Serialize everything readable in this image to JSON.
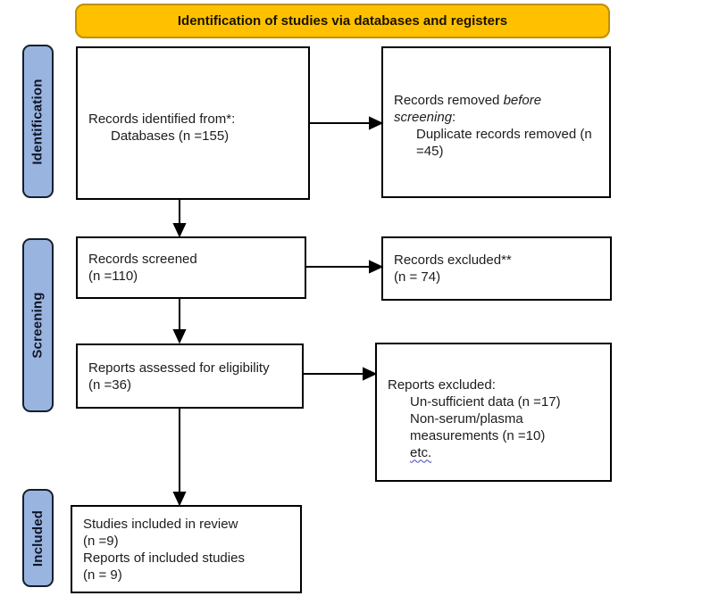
{
  "banner": {
    "label": "Identification of studies via databases and registers"
  },
  "stages": [
    {
      "label": "Identification"
    },
    {
      "label": "Screening"
    },
    {
      "label": "Included"
    }
  ],
  "colors": {
    "banner-fill": "#FFC000",
    "banner-border": "#BF9000",
    "stage-fill": "#9AB4E0",
    "stage-border": "#141e2c",
    "squiggle": "#4343c8"
  },
  "boxes": {
    "records_identified": {
      "lines": [
        {
          "segments": [
            {
              "t": "Records identified from*:"
            }
          ]
        },
        {
          "indent": 1,
          "segments": [
            {
              "t": "Databases (n =155)"
            }
          ]
        }
      ]
    },
    "records_removed": {
      "lines": [
        {
          "segments": [
            {
              "t": "Records removed "
            },
            {
              "t": "before",
              "i": true
            }
          ]
        },
        {
          "segments": [
            {
              "t": "screening",
              "i": true
            },
            {
              "t": ":"
            }
          ]
        },
        {
          "indent": 1,
          "segments": [
            {
              "t": "Duplicate records removed (n"
            }
          ]
        },
        {
          "indent": 1,
          "segments": [
            {
              "t": "=45)"
            }
          ]
        }
      ]
    },
    "records_screened": {
      "lines": [
        {
          "segments": [
            {
              "t": "Records screened"
            }
          ]
        },
        {
          "segments": [
            {
              "t": "(n =110)"
            }
          ]
        }
      ]
    },
    "records_excluded": {
      "lines": [
        {
          "segments": [
            {
              "t": "Records excluded**"
            }
          ]
        },
        {
          "segments": [
            {
              "t": "(n = 74)"
            }
          ]
        }
      ]
    },
    "reports_assessed": {
      "lines": [
        {
          "segments": [
            {
              "t": "Reports assessed for eligibility"
            }
          ]
        },
        {
          "segments": [
            {
              "t": "(n =36)"
            }
          ]
        }
      ]
    },
    "reports_excluded": {
      "lines": [
        {
          "segments": [
            {
              "t": "Reports excluded:"
            }
          ]
        },
        {
          "indent": 1,
          "segments": [
            {
              "t": "Un-sufficient data (n =17)"
            }
          ]
        },
        {
          "indent": 1,
          "segments": [
            {
              "t": "Non-serum/plasma"
            }
          ]
        },
        {
          "indent": 1,
          "segments": [
            {
              "t": "measurements (n =10)"
            }
          ]
        },
        {
          "indent": 1,
          "segments": [
            {
              "t": "etc.",
              "u": true
            }
          ]
        }
      ]
    },
    "studies_included": {
      "lines": [
        {
          "segments": [
            {
              "t": "Studies included in review"
            }
          ]
        },
        {
          "segments": [
            {
              "t": "(n =9)"
            }
          ]
        },
        {
          "segments": [
            {
              "t": "Reports of included studies"
            }
          ]
        },
        {
          "segments": [
            {
              "t": "(n = 9)"
            }
          ]
        }
      ]
    }
  }
}
